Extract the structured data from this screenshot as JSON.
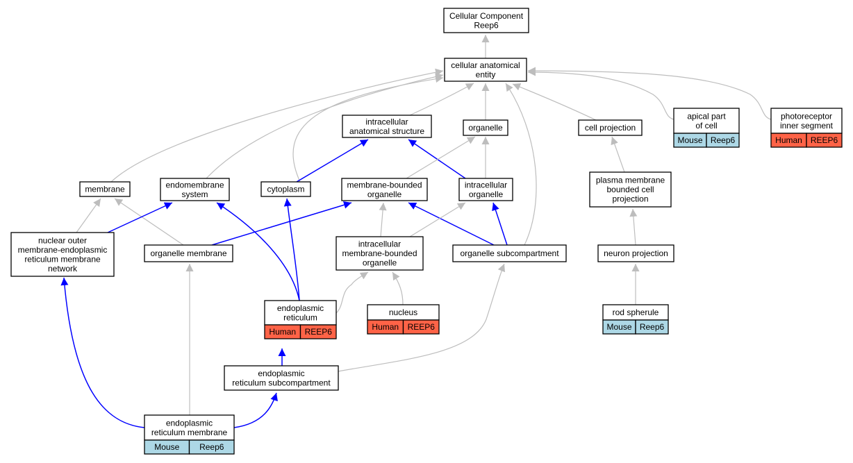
{
  "graph": {
    "colors": {
      "grey_edge": "#bdbdbd",
      "blue_edge": "#0000ff",
      "human": "#ff6347",
      "mouse": "#add8e6",
      "node_border": "#000000"
    },
    "nodes": [
      {
        "id": "cc",
        "lines": [
          "Cellular Component",
          "Reep6"
        ]
      },
      {
        "id": "cae",
        "lines": [
          "cellular anatomical",
          "entity"
        ]
      },
      {
        "id": "ias",
        "lines": [
          "intracellular",
          "anatomical structure"
        ]
      },
      {
        "id": "org",
        "lines": [
          "organelle"
        ]
      },
      {
        "id": "cp",
        "lines": [
          "cell projection"
        ]
      },
      {
        "id": "apc",
        "lines": [
          "apical part",
          "of cell"
        ],
        "species": "Mouse",
        "gene": "Reep6"
      },
      {
        "id": "pis",
        "lines": [
          "photoreceptor",
          "inner segment"
        ],
        "species": "Human",
        "gene": "REEP6"
      },
      {
        "id": "mem",
        "lines": [
          "membrane"
        ]
      },
      {
        "id": "ems",
        "lines": [
          "endomembrane",
          "system"
        ]
      },
      {
        "id": "cyt",
        "lines": [
          "cytoplasm"
        ]
      },
      {
        "id": "mbo",
        "lines": [
          "membrane-bounded",
          "organelle"
        ]
      },
      {
        "id": "io",
        "lines": [
          "intracellular",
          "organelle"
        ]
      },
      {
        "id": "pmbcp",
        "lines": [
          "plasma membrane",
          "bounded cell",
          "projection"
        ]
      },
      {
        "id": "nom",
        "lines": [
          "nuclear outer",
          "membrane-endoplasmic",
          "reticulum membrane",
          "network"
        ]
      },
      {
        "id": "om",
        "lines": [
          "organelle membrane"
        ]
      },
      {
        "id": "imbo",
        "lines": [
          "intracellular",
          "membrane-bounded",
          "organelle"
        ]
      },
      {
        "id": "os",
        "lines": [
          "organelle subcompartment"
        ]
      },
      {
        "id": "np",
        "lines": [
          "neuron projection"
        ]
      },
      {
        "id": "er",
        "lines": [
          "endoplasmic",
          "reticulum"
        ],
        "species": "Human",
        "gene": "REEP6"
      },
      {
        "id": "nuc",
        "lines": [
          "nucleus"
        ],
        "species": "Human",
        "gene": "REEP6"
      },
      {
        "id": "rs",
        "lines": [
          "rod spherule"
        ],
        "species": "Mouse",
        "gene": "Reep6"
      },
      {
        "id": "ersc",
        "lines": [
          "endoplasmic",
          "reticulum subcompartment"
        ]
      },
      {
        "id": "erm",
        "lines": [
          "endoplasmic",
          "reticulum membrane"
        ],
        "species": "Mouse",
        "gene": "Reep6"
      }
    ],
    "edges": [
      {
        "from": "cae",
        "to": "cc",
        "type": "is_a"
      },
      {
        "from": "ias",
        "to": "cae",
        "type": "is_a"
      },
      {
        "from": "org",
        "to": "cae",
        "type": "is_a"
      },
      {
        "from": "cp",
        "to": "cae",
        "type": "is_a"
      },
      {
        "from": "apc",
        "to": "cae",
        "type": "is_a"
      },
      {
        "from": "pis",
        "to": "cae",
        "type": "is_a"
      },
      {
        "from": "mem",
        "to": "cae",
        "type": "is_a"
      },
      {
        "from": "ems",
        "to": "cae",
        "type": "is_a"
      },
      {
        "from": "cyt",
        "to": "cae",
        "type": "is_a"
      },
      {
        "from": "os",
        "to": "cae",
        "type": "is_a"
      },
      {
        "from": "cyt",
        "to": "ias",
        "type": "part_of"
      },
      {
        "from": "io",
        "to": "ias",
        "type": "part_of"
      },
      {
        "from": "mbo",
        "to": "org",
        "type": "is_a"
      },
      {
        "from": "io",
        "to": "org",
        "type": "is_a"
      },
      {
        "from": "pmbcp",
        "to": "cp",
        "type": "is_a"
      },
      {
        "from": "nom",
        "to": "mem",
        "type": "is_a"
      },
      {
        "from": "om",
        "to": "mem",
        "type": "is_a"
      },
      {
        "from": "nom",
        "to": "ems",
        "type": "part_of"
      },
      {
        "from": "er",
        "to": "ems",
        "type": "part_of"
      },
      {
        "from": "om",
        "to": "mbo",
        "type": "part_of"
      },
      {
        "from": "er",
        "to": "cyt",
        "type": "part_of"
      },
      {
        "from": "imbo",
        "to": "mbo",
        "type": "is_a"
      },
      {
        "from": "os",
        "to": "mbo",
        "type": "part_of"
      },
      {
        "from": "imbo",
        "to": "io",
        "type": "is_a"
      },
      {
        "from": "os",
        "to": "io",
        "type": "part_of"
      },
      {
        "from": "np",
        "to": "pmbcp",
        "type": "is_a"
      },
      {
        "from": "erm",
        "to": "om",
        "type": "is_a"
      },
      {
        "from": "er",
        "to": "imbo",
        "type": "is_a"
      },
      {
        "from": "nuc",
        "to": "imbo",
        "type": "is_a"
      },
      {
        "from": "rs",
        "to": "np",
        "type": "is_a"
      },
      {
        "from": "ersc",
        "to": "er",
        "type": "part_of"
      },
      {
        "from": "ersc",
        "to": "os",
        "type": "is_a"
      },
      {
        "from": "erm",
        "to": "nom",
        "type": "part_of"
      },
      {
        "from": "erm",
        "to": "ersc",
        "type": "part_of"
      }
    ]
  }
}
